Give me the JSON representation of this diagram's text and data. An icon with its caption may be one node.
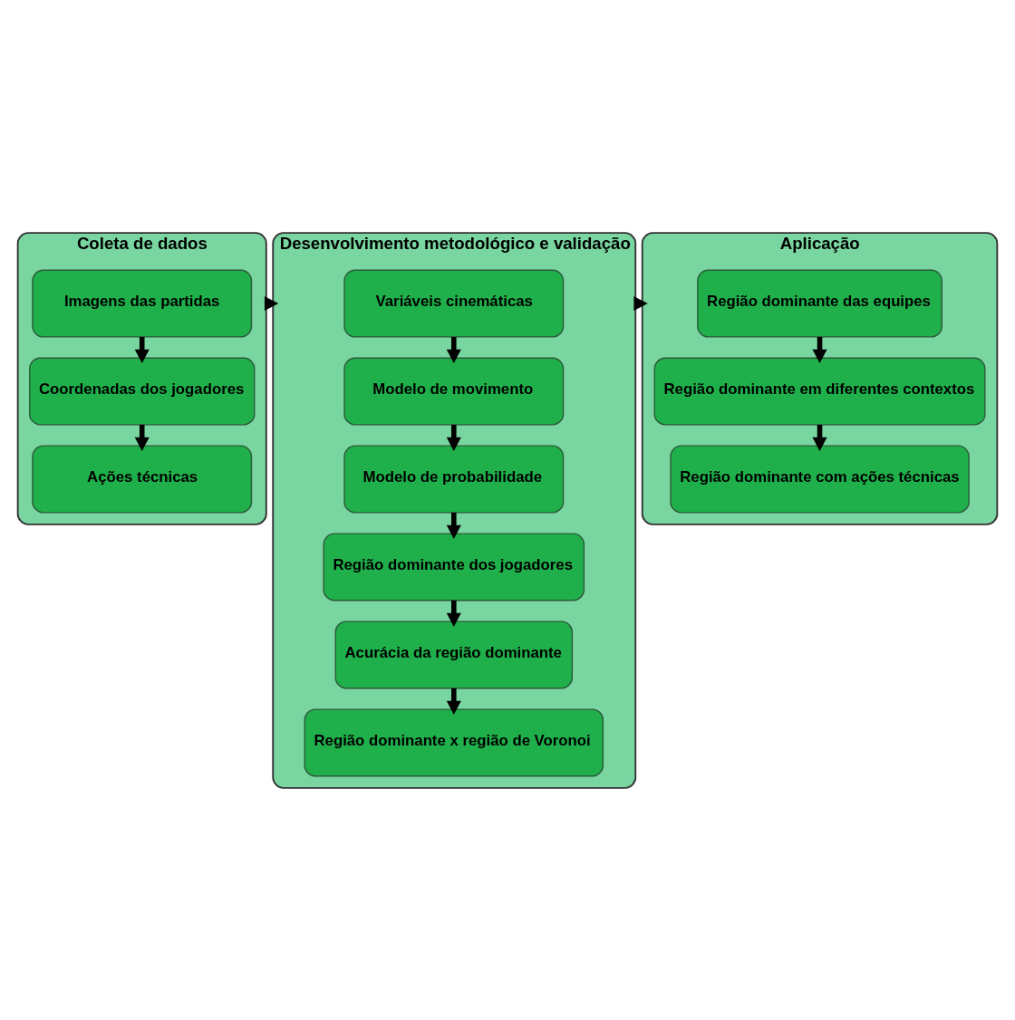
{
  "diagram": {
    "nodes": [
      {
        "text": [
          "Coleta de dados"
        ]
      },
      {
        "text": [
          "Imagens das partidas"
        ],
        "in": 0
      },
      {
        "text": [
          "Coordenadas dos jogadores"
        ],
        "in": 0
      },
      {
        "text": [
          "Ações técnicas"
        ],
        "in": 0
      },
      {
        "text": [
          "Desenvolvimento metodológico e validação"
        ]
      },
      {
        "text": [
          "Variáveis cinemáticas"
        ],
        "in": 4
      },
      {
        "text": [
          "Modelo de movimento"
        ],
        "in": 4
      },
      {
        "text": [
          "Modelo de probabilidade"
        ],
        "in": 4
      },
      {
        "text": [
          "Região dominante dos jogadores"
        ],
        "in": 4
      },
      {
        "text": [
          "Acurácia da região dominante"
        ],
        "in": 4
      },
      {
        "text": [
          "Região dominante x região de Voronoi"
        ],
        "in": 4
      },
      {
        "text": [
          "Aplicação"
        ]
      },
      {
        "text": [
          "Região dominante das equipes"
        ],
        "in": 11
      },
      {
        "text": [
          "Região dominante em diferentes contextos"
        ],
        "in": 11
      },
      {
        "text": [
          "Região dominante com ações técnicas"
        ],
        "in": 11
      }
    ],
    "edges": [
      {
        "from": 0,
        "to": 4,
        "arrow": "to"
      },
      {
        "from": 4,
        "to": 11,
        "arrow": "to"
      },
      {
        "from": 1,
        "to": 2,
        "arrow": "to"
      },
      {
        "from": 2,
        "to": 3,
        "arrow": "to"
      },
      {
        "from": 5,
        "to": 6,
        "arrow": "to"
      },
      {
        "from": 6,
        "to": 7,
        "arrow": "to"
      },
      {
        "from": 7,
        "to": 8,
        "arrow": "to"
      },
      {
        "from": 8,
        "to": 9,
        "arrow": "to"
      },
      {
        "from": 9,
        "to": 10,
        "arrow": "to"
      },
      {
        "from": 12,
        "to": 13,
        "arrow": "to"
      },
      {
        "from": 13,
        "to": 14,
        "arrow": "to"
      }
    ]
  }
}
